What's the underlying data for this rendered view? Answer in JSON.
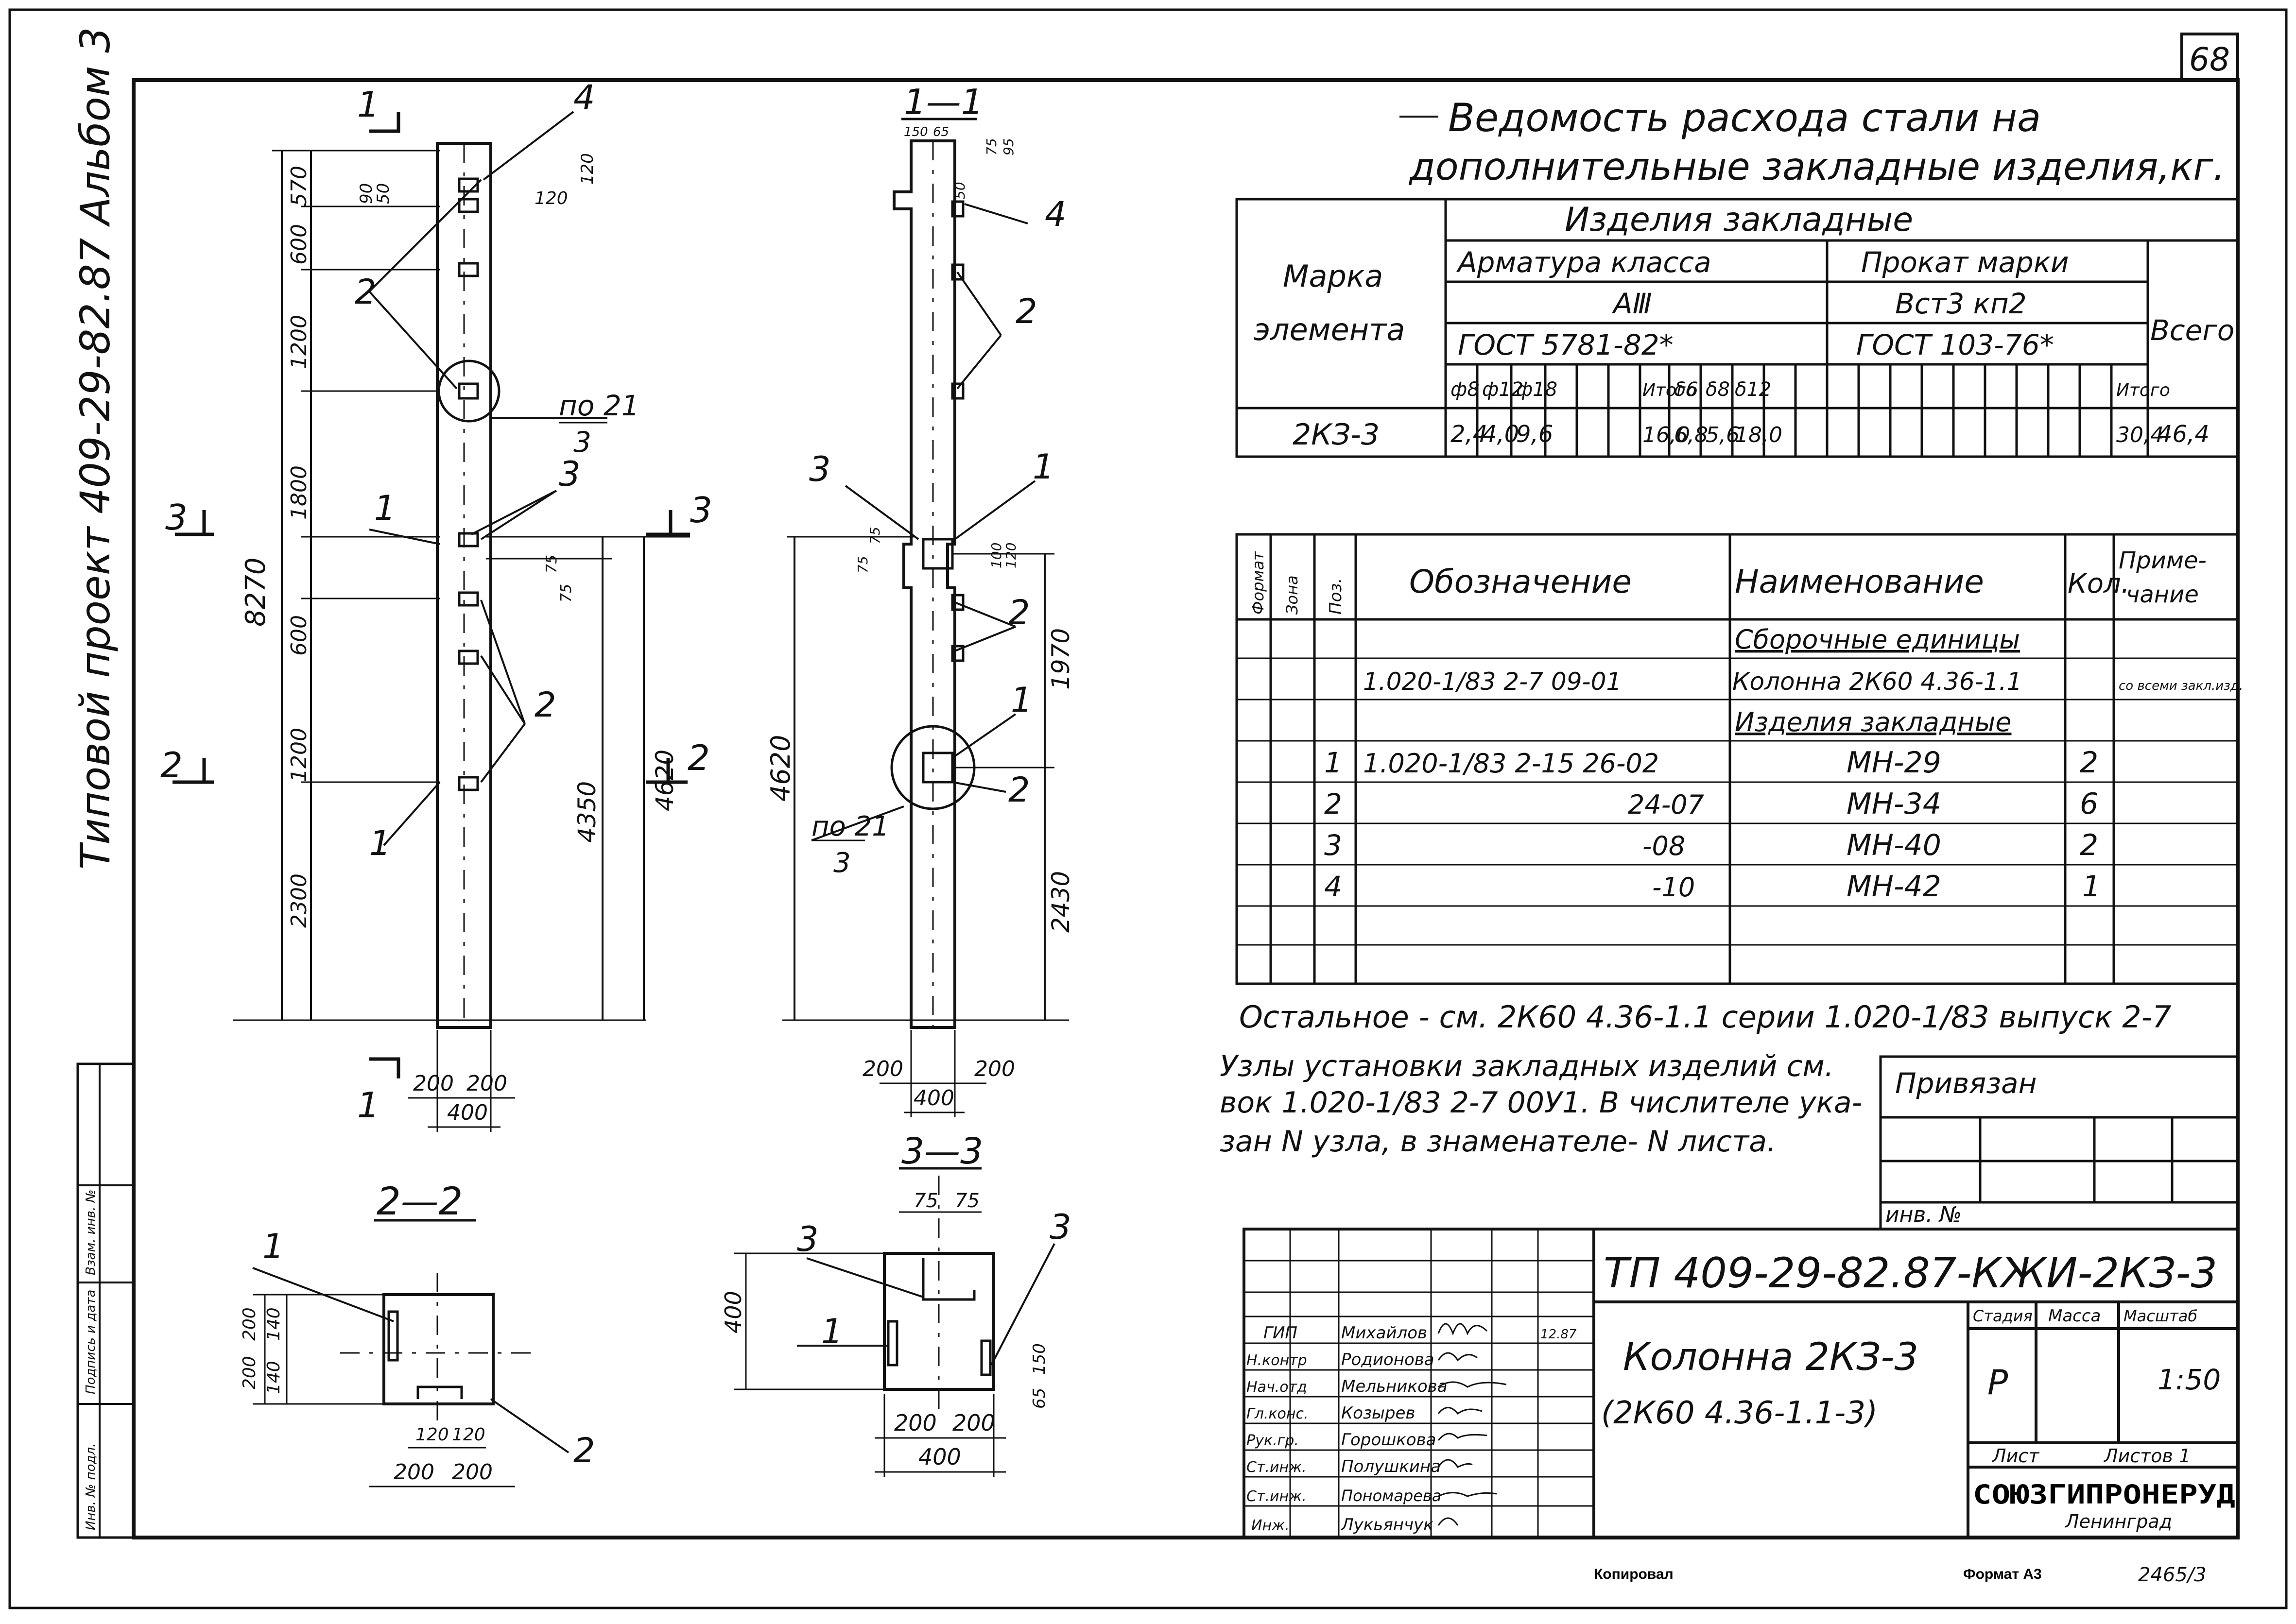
{
  "sheet_number": "68",
  "album_label": "Типовой проект 409-29-82.87 Альбом 3",
  "views": {
    "elevation_front": {
      "total_height": "8270",
      "dims_left": [
        "570",
        "600",
        "1200",
        "1800",
        "600",
        "1200",
        "2300"
      ],
      "dims_right": [
        "4620",
        "4350"
      ],
      "small_dims": [
        "90",
        "50",
        "120",
        "120",
        "75",
        "75"
      ],
      "callouts": [
        "1",
        "4",
        "2",
        "3",
        "2",
        "1"
      ],
      "node_ref": {
        "num": "по 21",
        "den": "3"
      },
      "section_marks": [
        "1",
        "1",
        "3",
        "3",
        "2",
        "2"
      ],
      "bottom_dims": [
        "200",
        "200",
        "400"
      ]
    },
    "section_1_1": {
      "title": "1—1",
      "top_dims": [
        "150",
        "65",
        "75",
        "95",
        "50",
        "75",
        "75",
        "100",
        "120"
      ],
      "dims": [
        "1970",
        "4620",
        "2430"
      ],
      "callouts": [
        "4",
        "2",
        "3",
        "1",
        "2",
        "1",
        "2"
      ],
      "node_ref": {
        "num": "по 21",
        "den": "3"
      },
      "bottom_dims": [
        "200",
        "200",
        "400"
      ]
    },
    "section_2_2": {
      "title": "2—2",
      "dims": [
        "200",
        "200",
        "140",
        "140",
        "120",
        "120",
        "200",
        "200"
      ],
      "callouts": [
        "1",
        "2"
      ]
    },
    "section_3_3": {
      "title": "3—3",
      "dims": [
        "75",
        "75",
        "400",
        "150",
        "65",
        "200",
        "200",
        "400"
      ],
      "callouts": [
        "3",
        "3",
        "1"
      ]
    }
  },
  "steel_table": {
    "title_line1": "Ведомость расхода стали на",
    "title_line2": "дополнительные закладные изделия,кг.",
    "col_mark": [
      "Марка",
      "элемента"
    ],
    "group_header": "Изделия закладные",
    "rebar_header": [
      "Арматура класса",
      "АⅢ",
      "ГОСТ 5781-82*"
    ],
    "rolled_header": [
      "Прокат марки",
      "Вст3 кп2",
      "ГОСТ 103-76*"
    ],
    "col_total": "Всего",
    "sub_cols": [
      "ф8",
      "ф12",
      "ф18",
      "",
      "",
      "Итого",
      "δ6",
      "δ8",
      "δ12",
      "",
      "Итого"
    ],
    "rows": [
      {
        "mark": "2КЗ-3",
        "values": [
          "2,4",
          "4,0",
          "9,6",
          "",
          "",
          "16,0",
          "6,8",
          "5,6",
          "18,0",
          "",
          "30,4"
        ],
        "total": "46,4"
      }
    ]
  },
  "spec_table": {
    "headers": [
      "Формат",
      "Зона",
      "Поз.",
      "Обозначение",
      "Наименование",
      "Кол.",
      "Приме-\nчание"
    ],
    "rows": [
      {
        "pos": "",
        "designation": "",
        "name": "Сборочные единицы",
        "qty": "",
        "note": ""
      },
      {
        "pos": "",
        "designation": "1.020-1/83  2-7  09-01",
        "name": "Колонна 2К60 4.36-1.1",
        "qty": "",
        "note": "со всеми закл.изд."
      },
      {
        "pos": "",
        "designation": "",
        "name": "Изделия закладные",
        "qty": "",
        "note": ""
      },
      {
        "pos": "1",
        "designation": "1.020-1/83 2-15  26-02",
        "name": "МН-29",
        "qty": "2",
        "note": ""
      },
      {
        "pos": "2",
        "designation": "24-07",
        "name": "МН-34",
        "qty": "6",
        "note": ""
      },
      {
        "pos": "3",
        "designation": "-08",
        "name": "МН-40",
        "qty": "2",
        "note": ""
      },
      {
        "pos": "4",
        "designation": "-10",
        "name": "МН-42",
        "qty": "1",
        "note": ""
      },
      {
        "pos": "",
        "designation": "",
        "name": "",
        "qty": "",
        "note": ""
      },
      {
        "pos": "",
        "designation": "",
        "name": "",
        "qty": "",
        "note": ""
      }
    ]
  },
  "notes": [
    "Остальное - см. 2К60 4.36-1.1 серии 1.020-1/83 выпуск 2-7",
    "Узлы установки закладных изделий см.",
    "вок 1.020-1/83 2-7 00У1. В числителе ука-",
    "зан N узла, в знаменателе- N листа."
  ],
  "tied_block": {
    "label": "Привязан",
    "inv_label": "инв. №"
  },
  "left_margin": {
    "labels": [
      "Инв. № подл.",
      "Подпись и дата",
      "Взам. инв. №"
    ]
  },
  "title_block": {
    "code": "ТП 409-29-82.87-КЖИ-2КЗ-3",
    "name_line1": "Колонна 2КЗ-3",
    "name_line2": "(2К60 4.36-1.1-3)",
    "stage_label": "Стадия",
    "mass_label": "Масса",
    "scale_label": "Масштаб",
    "stage": "Р",
    "scale": "1:50",
    "sheet_label": "Лист",
    "sheets_label": "Листов 1",
    "org": "СОЮЗГИПРОНЕРУД",
    "city": "Ленинград",
    "date": "12.87",
    "staff": [
      {
        "role": "ГИП",
        "name": "Михайлов"
      },
      {
        "role": "Н.контр",
        "name": "Родионова"
      },
      {
        "role": "Нач.отд",
        "name": "Мельникова"
      },
      {
        "role": "Гл.конс.",
        "name": "Козырев"
      },
      {
        "role": "Рук.гр.",
        "name": "Горошкова"
      },
      {
        "role": "Ст.инж.",
        "name": "Полушкина"
      },
      {
        "role": "Ст.инж.",
        "name": "Пономарева"
      },
      {
        "role": "Инж.",
        "name": "Лукьянчук"
      }
    ]
  },
  "footer": {
    "copied": "Копировал",
    "format": "Формат А3",
    "ref": "2465/3"
  }
}
